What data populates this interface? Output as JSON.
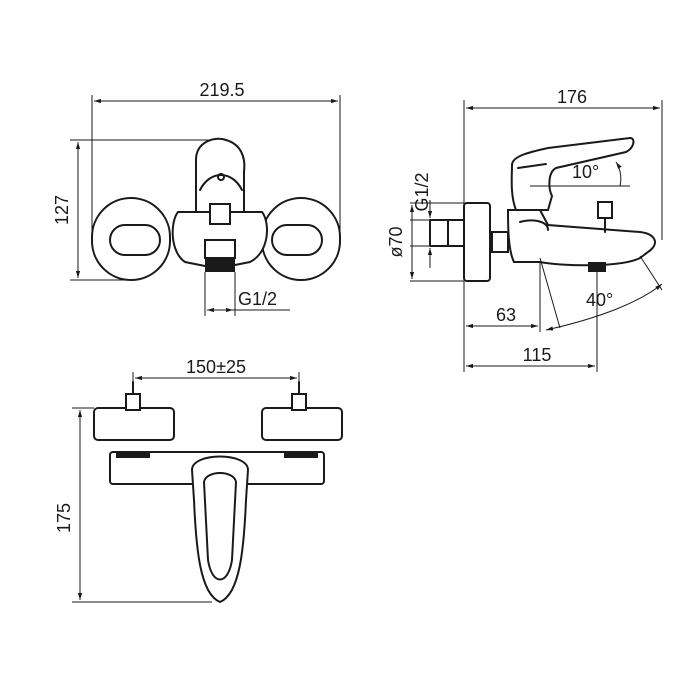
{
  "front_view": {
    "width_label": "219.5",
    "height_label": "127",
    "inlet_label": "G1/2"
  },
  "side_view": {
    "depth_label": "176",
    "inlet_label": "G1/2",
    "flange_label": "ø70",
    "lever_angle_label": "10°",
    "spout_angle_label": "40°",
    "outlet_label": "63",
    "projection_label": "115"
  },
  "top_view": {
    "centers_label": "150±25",
    "height_label": "175"
  },
  "colors": {
    "line": "#1a1a1a",
    "background": "#ffffff"
  }
}
